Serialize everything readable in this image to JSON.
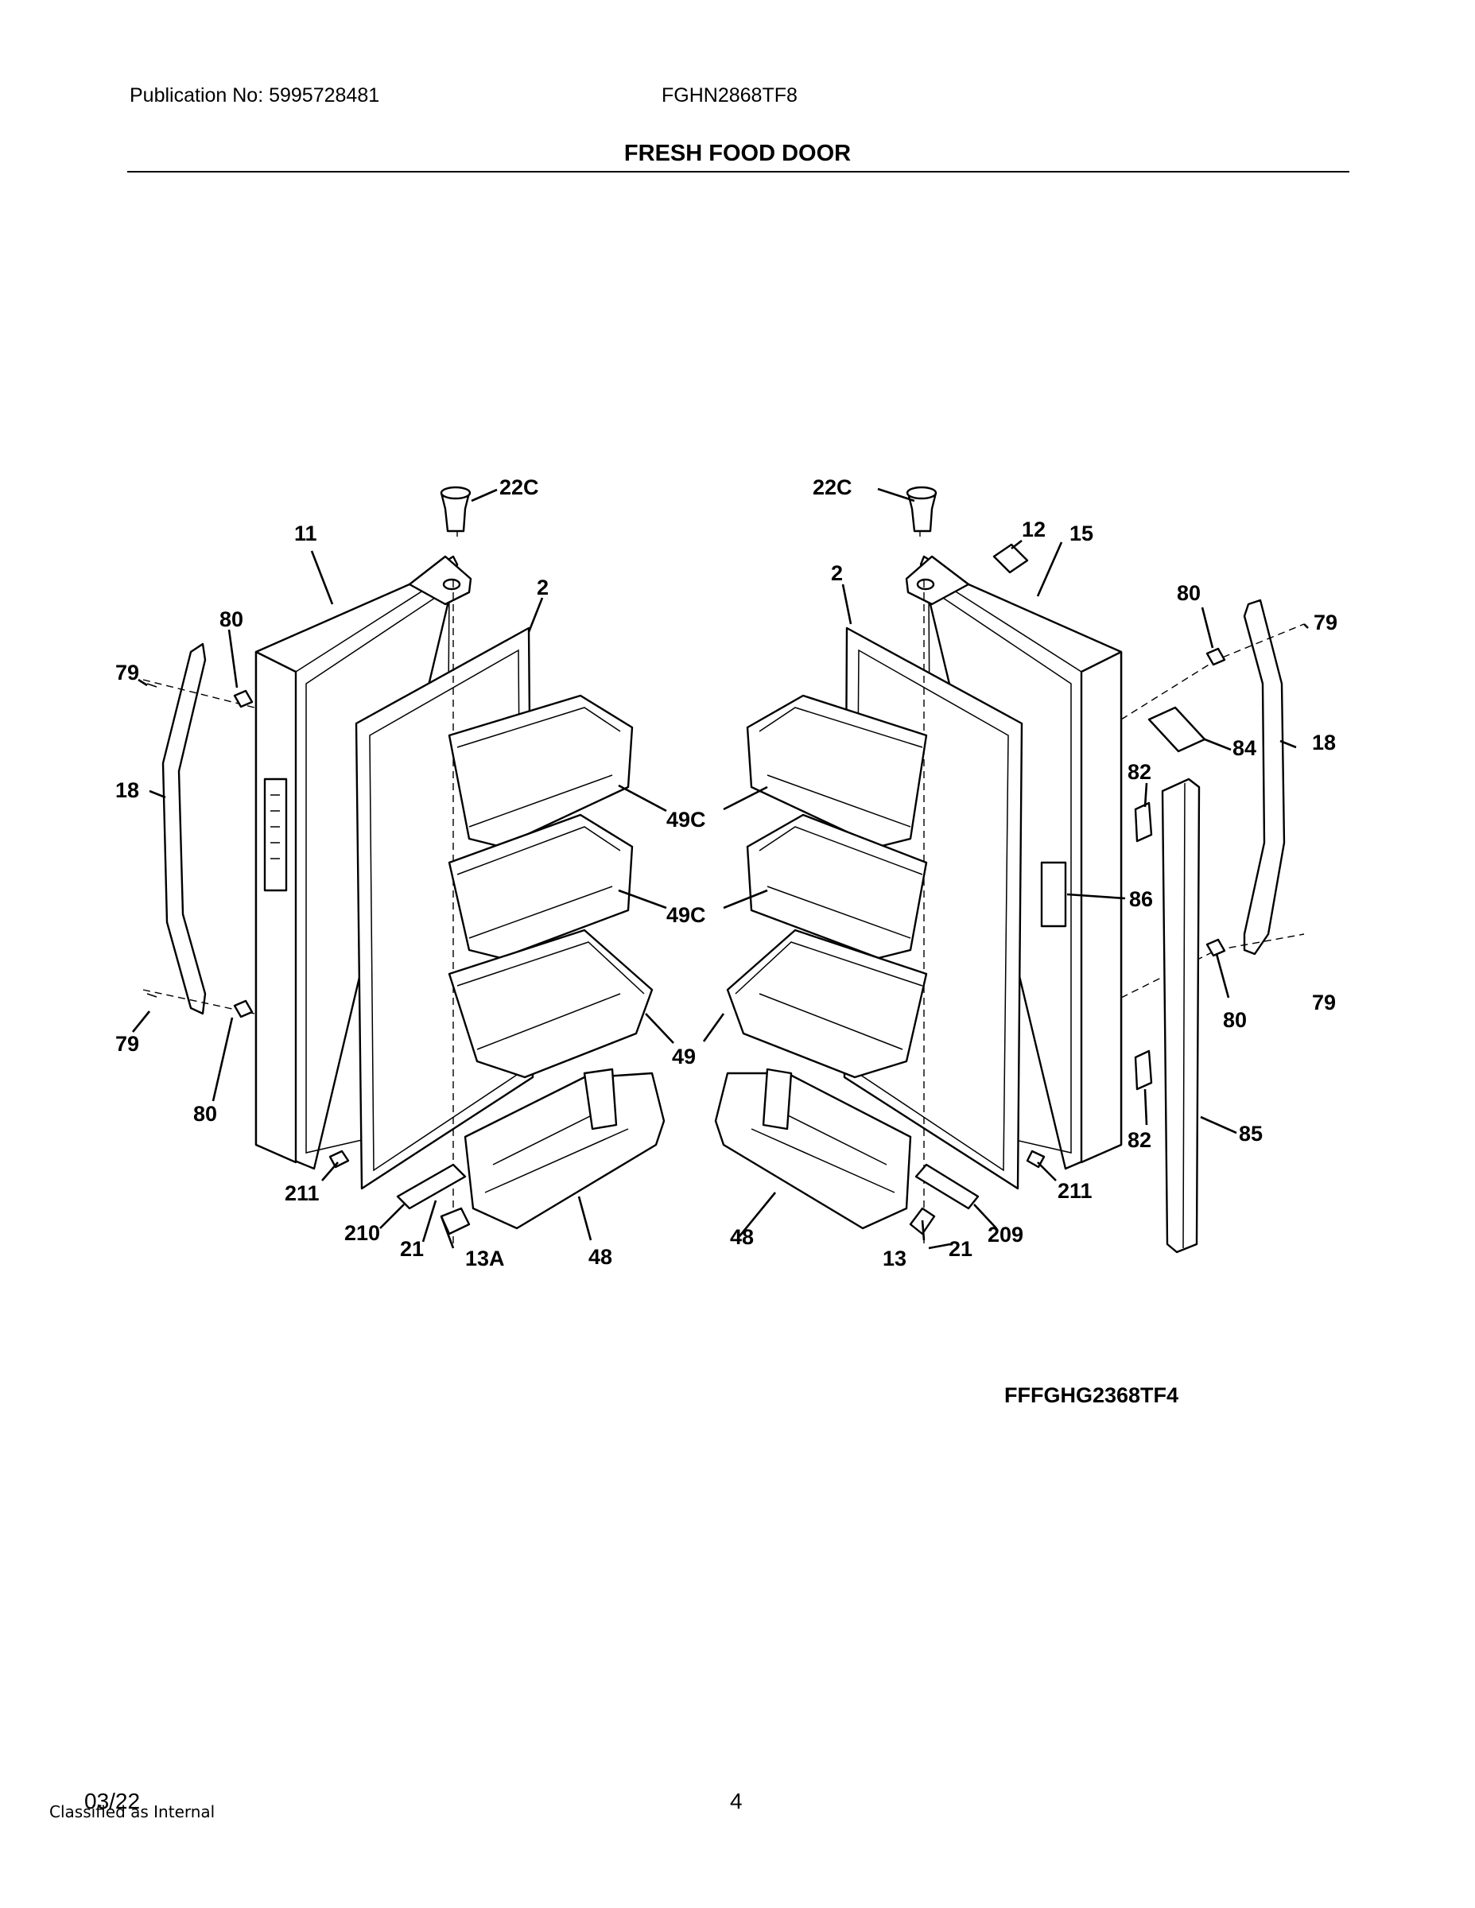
{
  "header": {
    "publication": "Publication No: 5995728481",
    "model": "FGHN2868TF8",
    "section_title": "FRESH FOOD DOOR"
  },
  "diagram": {
    "callouts": {
      "c22c_l": "22C",
      "c22c_r": "22C",
      "c11": "11",
      "c12": "12",
      "c15": "15",
      "c2_l": "2",
      "c2_r": "2",
      "c80_tl": "80",
      "c80_tr": "80",
      "c80_bl": "80",
      "c80_br": "80",
      "c79_tl": "79",
      "c79_tr": "79",
      "c79_bl": "79",
      "c79_br": "79",
      "c18_l": "18",
      "c18_r": "18",
      "c84": "84",
      "c82_t": "82",
      "c82_b": "82",
      "c86": "86",
      "c85": "85",
      "c49c_1": "49C",
      "c49c_2": "49C",
      "c49_l": "49",
      "c48_l": "48",
      "c48_r": "48",
      "c211_l": "211",
      "c211_r": "211",
      "c210": "210",
      "c209": "209",
      "c21_l": "21",
      "c21_r": "21",
      "c13a": "13A",
      "c13": "13"
    },
    "variant_note": "FFFGHG2368TF4"
  },
  "footer": {
    "date": "03/22",
    "classification": "Classified as Internal",
    "page_number": "4"
  }
}
